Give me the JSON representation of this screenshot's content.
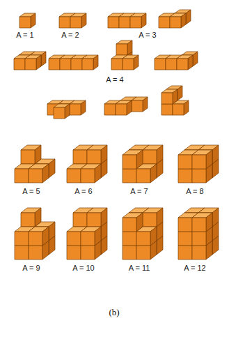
{
  "diagram": {
    "caption": "(b)",
    "labels": [
      "A = 1",
      "A = 2",
      "A = 3",
      "A = 4",
      "A = 5",
      "A = 6",
      "A = 7",
      "A = 8",
      "A = 9",
      "A = 10",
      "A = 11",
      "A = 12"
    ]
  }
}
